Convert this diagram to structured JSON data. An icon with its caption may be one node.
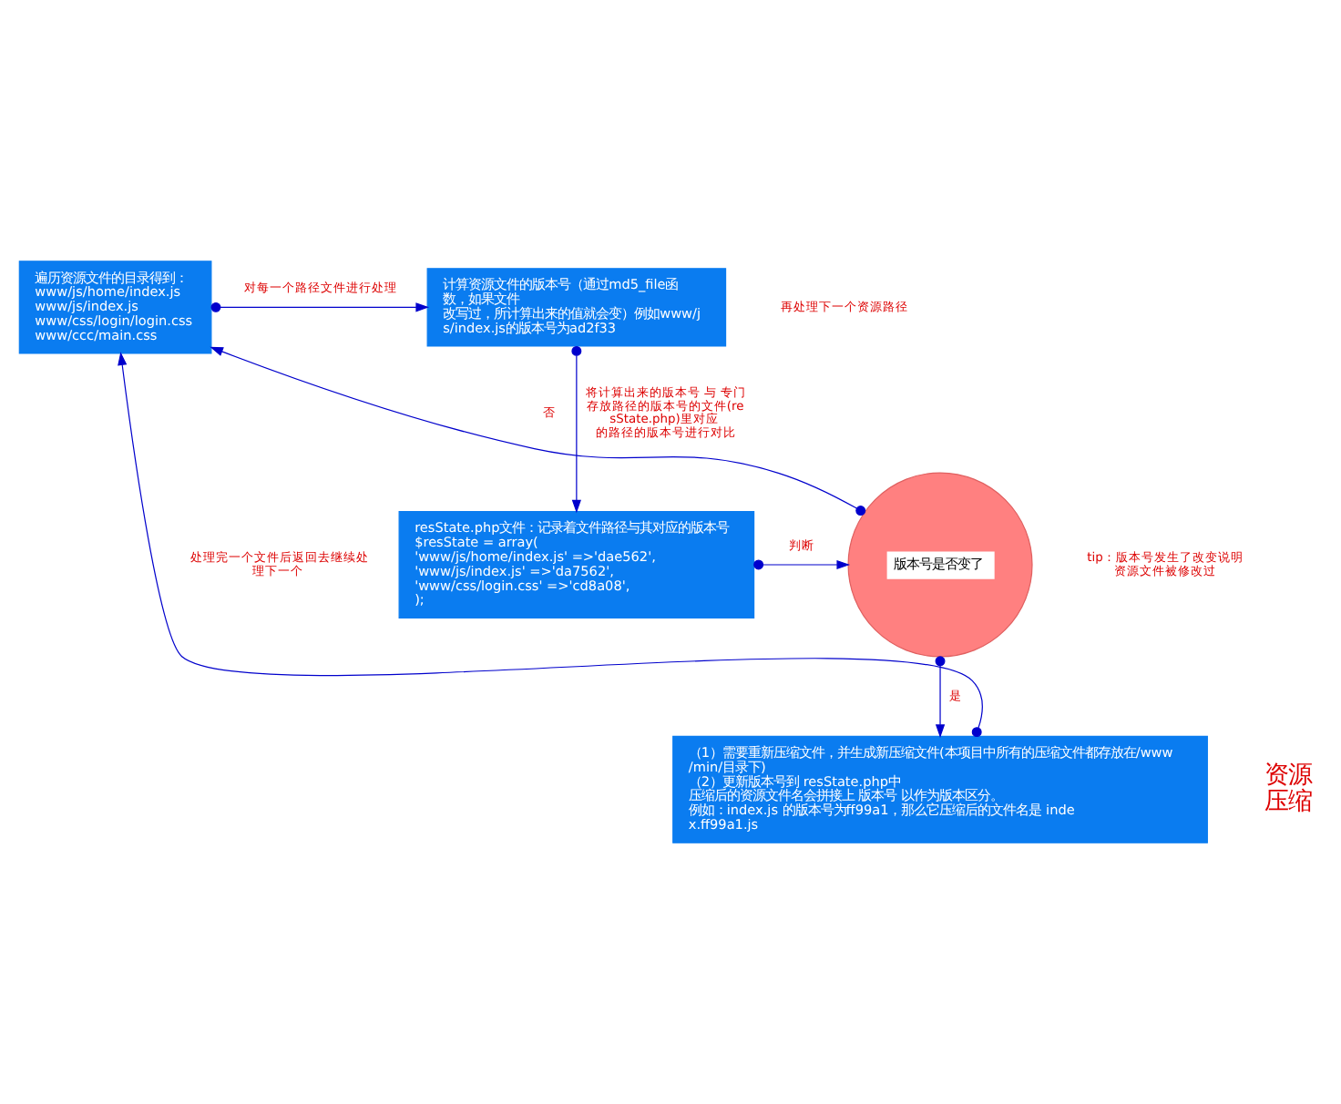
{
  "diagram": {
    "nodes": [
      {
        "text": [
          "遍历资源文件的目录得到：",
          "www/js/home/index.js",
          "www/js/index.js",
          "www/css/login/login.css",
          "www/ccc/main.css"
        ]
      },
      {
        "text": [
          "计算资源文件的版本号（通过md5_file函数，如果文件",
          "改写过，所计算出来的值就会变）例如www/js/index.js的版本号为ad2f33"
        ]
      },
      {
        "text": [
          "resState.php文件：记录着文件路径与其对应的版本号",
          "$resState = array(",
          "'www/js/home/index.js' =>'dae562',",
          "'www/js/index.js' =>'da7562',",
          "'www/css/login.css' =>'cd8a08',",
          ");"
        ]
      },
      {
        "text": [
          "版本号是否变了"
        ]
      },
      {
        "text": [
          "（1）需要重新压缩文件，并生成新压缩文件(本项目中所有的压缩文件都存放在/www/min/目录下)",
          "（2）更新版本号到 resState.php中",
          "压缩后的资源文件名会拼接上 版本号 以作为版本区分。",
          "例如：index.js 的版本号为ff99a1，那么它压缩后的文件名是 index.ff99a1.js"
        ]
      }
    ],
    "edges": [
      {
        "from": 0,
        "to": 1,
        "arrow": "to",
        "label": "对每一个路径文件进行处理"
      },
      {
        "from": 1,
        "to": 2,
        "arrow": "to",
        "label": "将计算出来的版本号 与 专门存放路径的版本号的文件(resState.php)里对应的路径的版本号进行对比"
      },
      {
        "from": 2,
        "to": 3,
        "arrow": "to",
        "label": "判断"
      },
      {
        "from": 3,
        "to": 0,
        "arrow": "to",
        "label": "否"
      },
      {
        "from": 3,
        "to": 4,
        "arrow": "to",
        "label": "是"
      },
      {
        "from": 4,
        "to": 0,
        "arrow": "to",
        "label": "处理完一个文件后返回去继续处理下一个"
      }
    ],
    "labels": [
      "再处理下一个资源路径",
      "tip：版本号发生了改变说明资源文件被修改过",
      "资源压缩"
    ]
  }
}
